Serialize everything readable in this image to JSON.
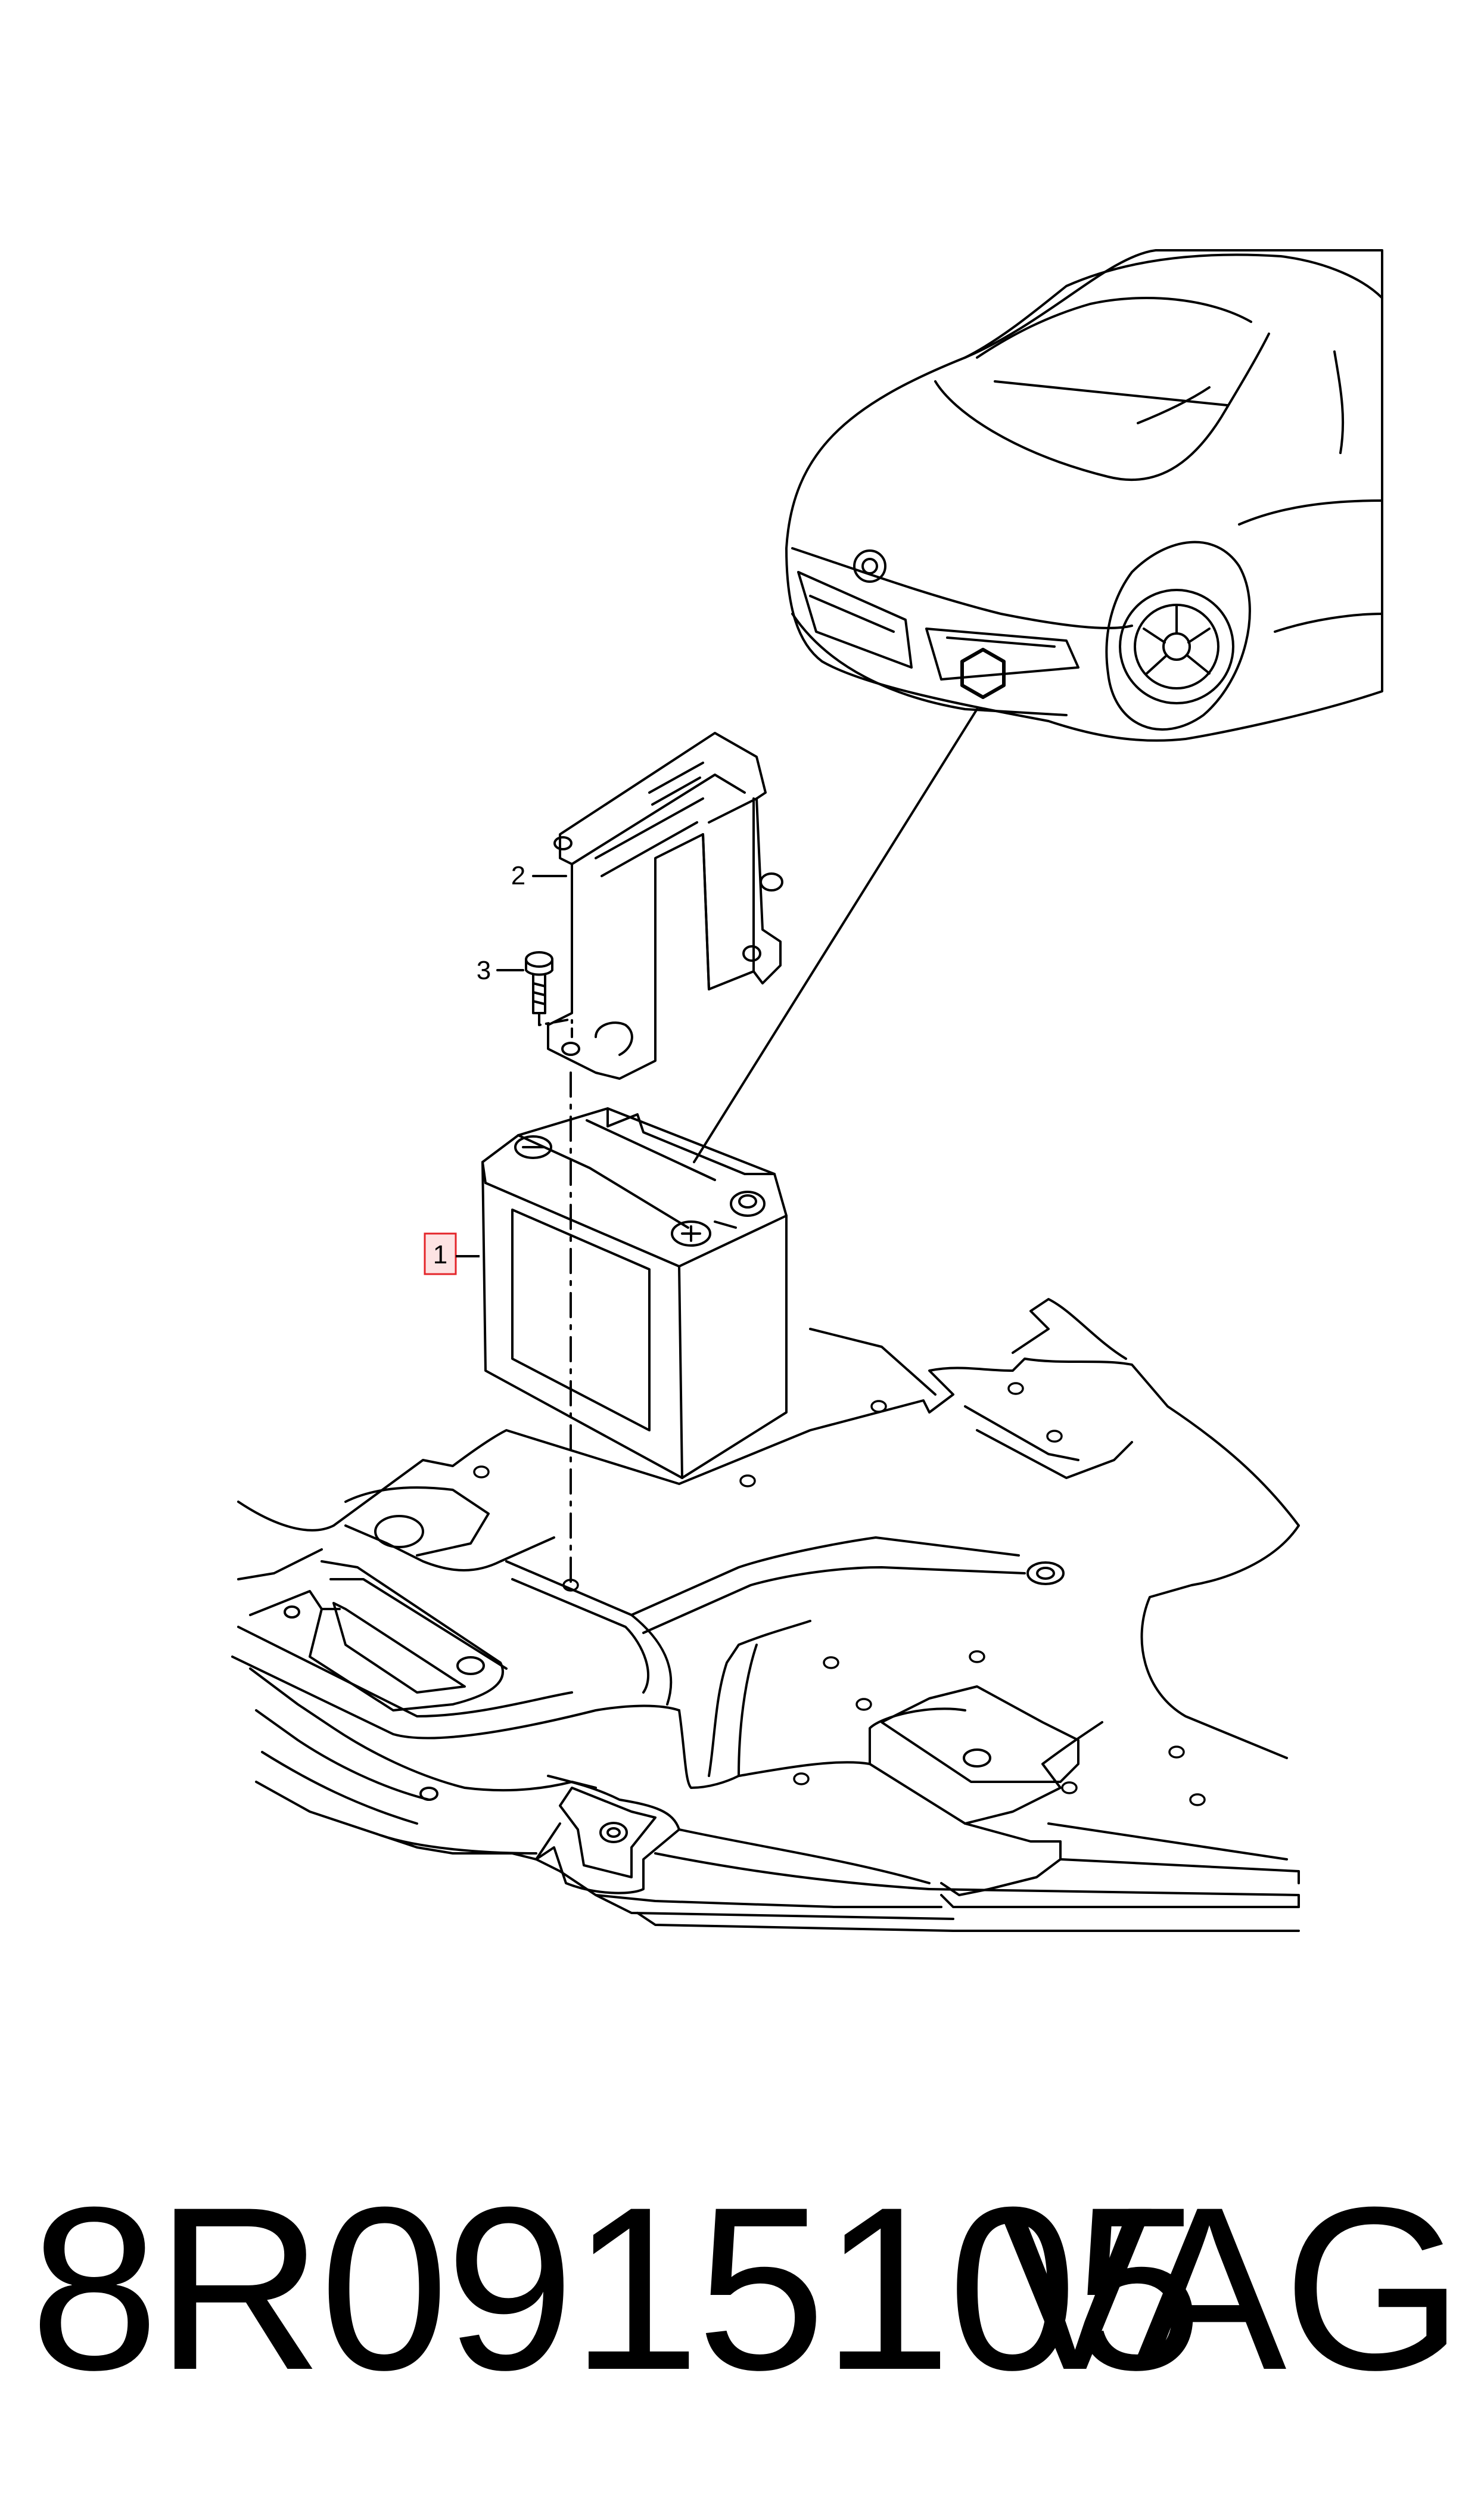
{
  "callouts": {
    "battery": "1",
    "bracket": "2",
    "bolt": "3"
  },
  "part_number": "8R0915105",
  "brand": "VAG",
  "icons": [
    "car-outline-icon",
    "hexagon-location-icon",
    "battery-icon",
    "bracket-icon",
    "bolt-icon",
    "underbody-tray-icon"
  ],
  "colors": {
    "line": "#000000",
    "background": "#ffffff",
    "highlight_box": "#e4252a",
    "highlight_fill": "#fde3e3"
  }
}
